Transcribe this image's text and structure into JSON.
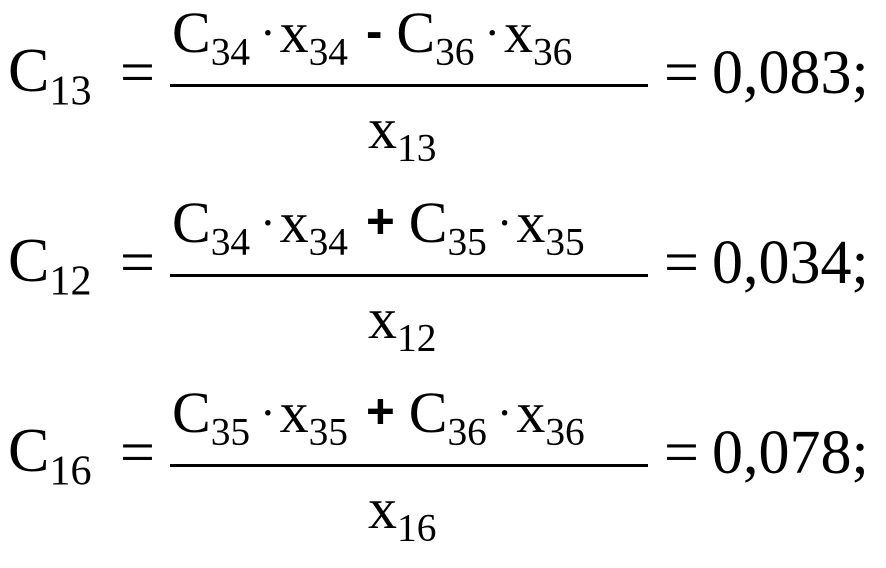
{
  "formulas": [
    {
      "lhs": {
        "sym": "C",
        "sub": "13"
      },
      "numerator": {
        "t1": {
          "sym": "C",
          "sub": "34",
          "xsym": "x",
          "xsub": "34"
        },
        "op": "-",
        "t2": {
          "sym": "C",
          "sub": "36",
          "xsym": "x",
          "xsub": "36"
        }
      },
      "denominator": {
        "sym": "x",
        "sub": "13"
      },
      "result": "0,083;"
    },
    {
      "lhs": {
        "sym": "C",
        "sub": "12"
      },
      "numerator": {
        "t1": {
          "sym": "C",
          "sub": "34",
          "xsym": "x",
          "xsub": "34"
        },
        "op": "+",
        "t2": {
          "sym": "C",
          "sub": "35",
          "xsym": "x",
          "xsub": "35"
        }
      },
      "denominator": {
        "sym": "x",
        "sub": "12"
      },
      "result": "0,034;"
    },
    {
      "lhs": {
        "sym": "C",
        "sub": "16"
      },
      "numerator": {
        "t1": {
          "sym": "C",
          "sub": "35",
          "xsym": "x",
          "xsub": "35"
        },
        "op": "+",
        "t2": {
          "sym": "C",
          "sub": "36",
          "xsym": "x",
          "xsub": "36"
        }
      },
      "denominator": {
        "sym": "x",
        "sub": "16"
      },
      "result": "0,078;"
    }
  ],
  "symbols": {
    "equals": "=",
    "dot": "·"
  }
}
